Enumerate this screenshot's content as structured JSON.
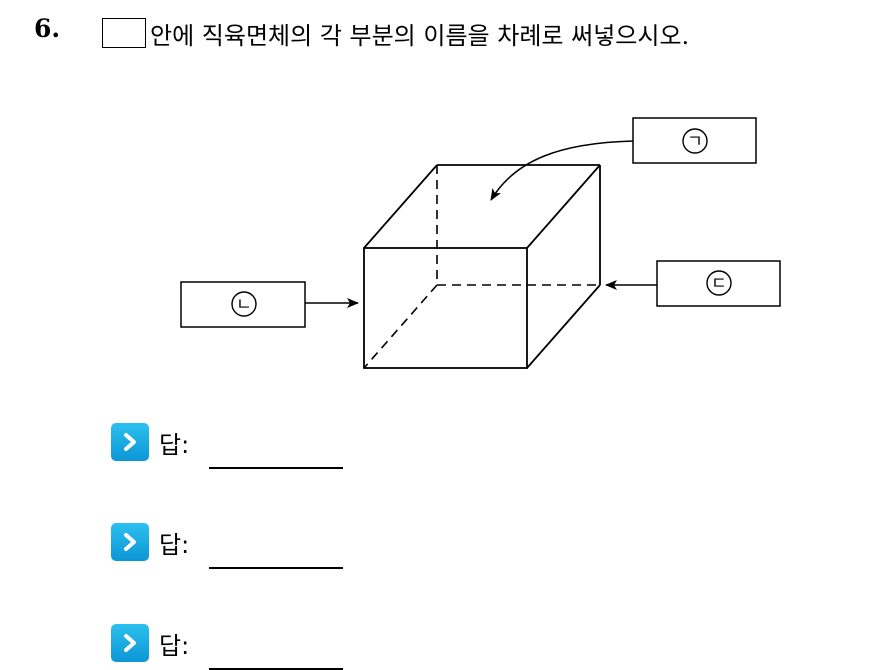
{
  "question": {
    "number": "6.",
    "text": "안에 직육면체의 각 부분의 이름을 차례로 써넣으시오."
  },
  "figure": {
    "labels": {
      "a": "ㄱ",
      "b": "ㄴ",
      "c": "ㄷ"
    }
  },
  "answers": [
    {
      "label": "답:"
    },
    {
      "label": "답:"
    },
    {
      "label": "답:"
    }
  ],
  "colors": {
    "answer_icon": "#14a9e3",
    "ink": "#000000"
  },
  "icons": {
    "answer": "chevron-right-icon"
  }
}
